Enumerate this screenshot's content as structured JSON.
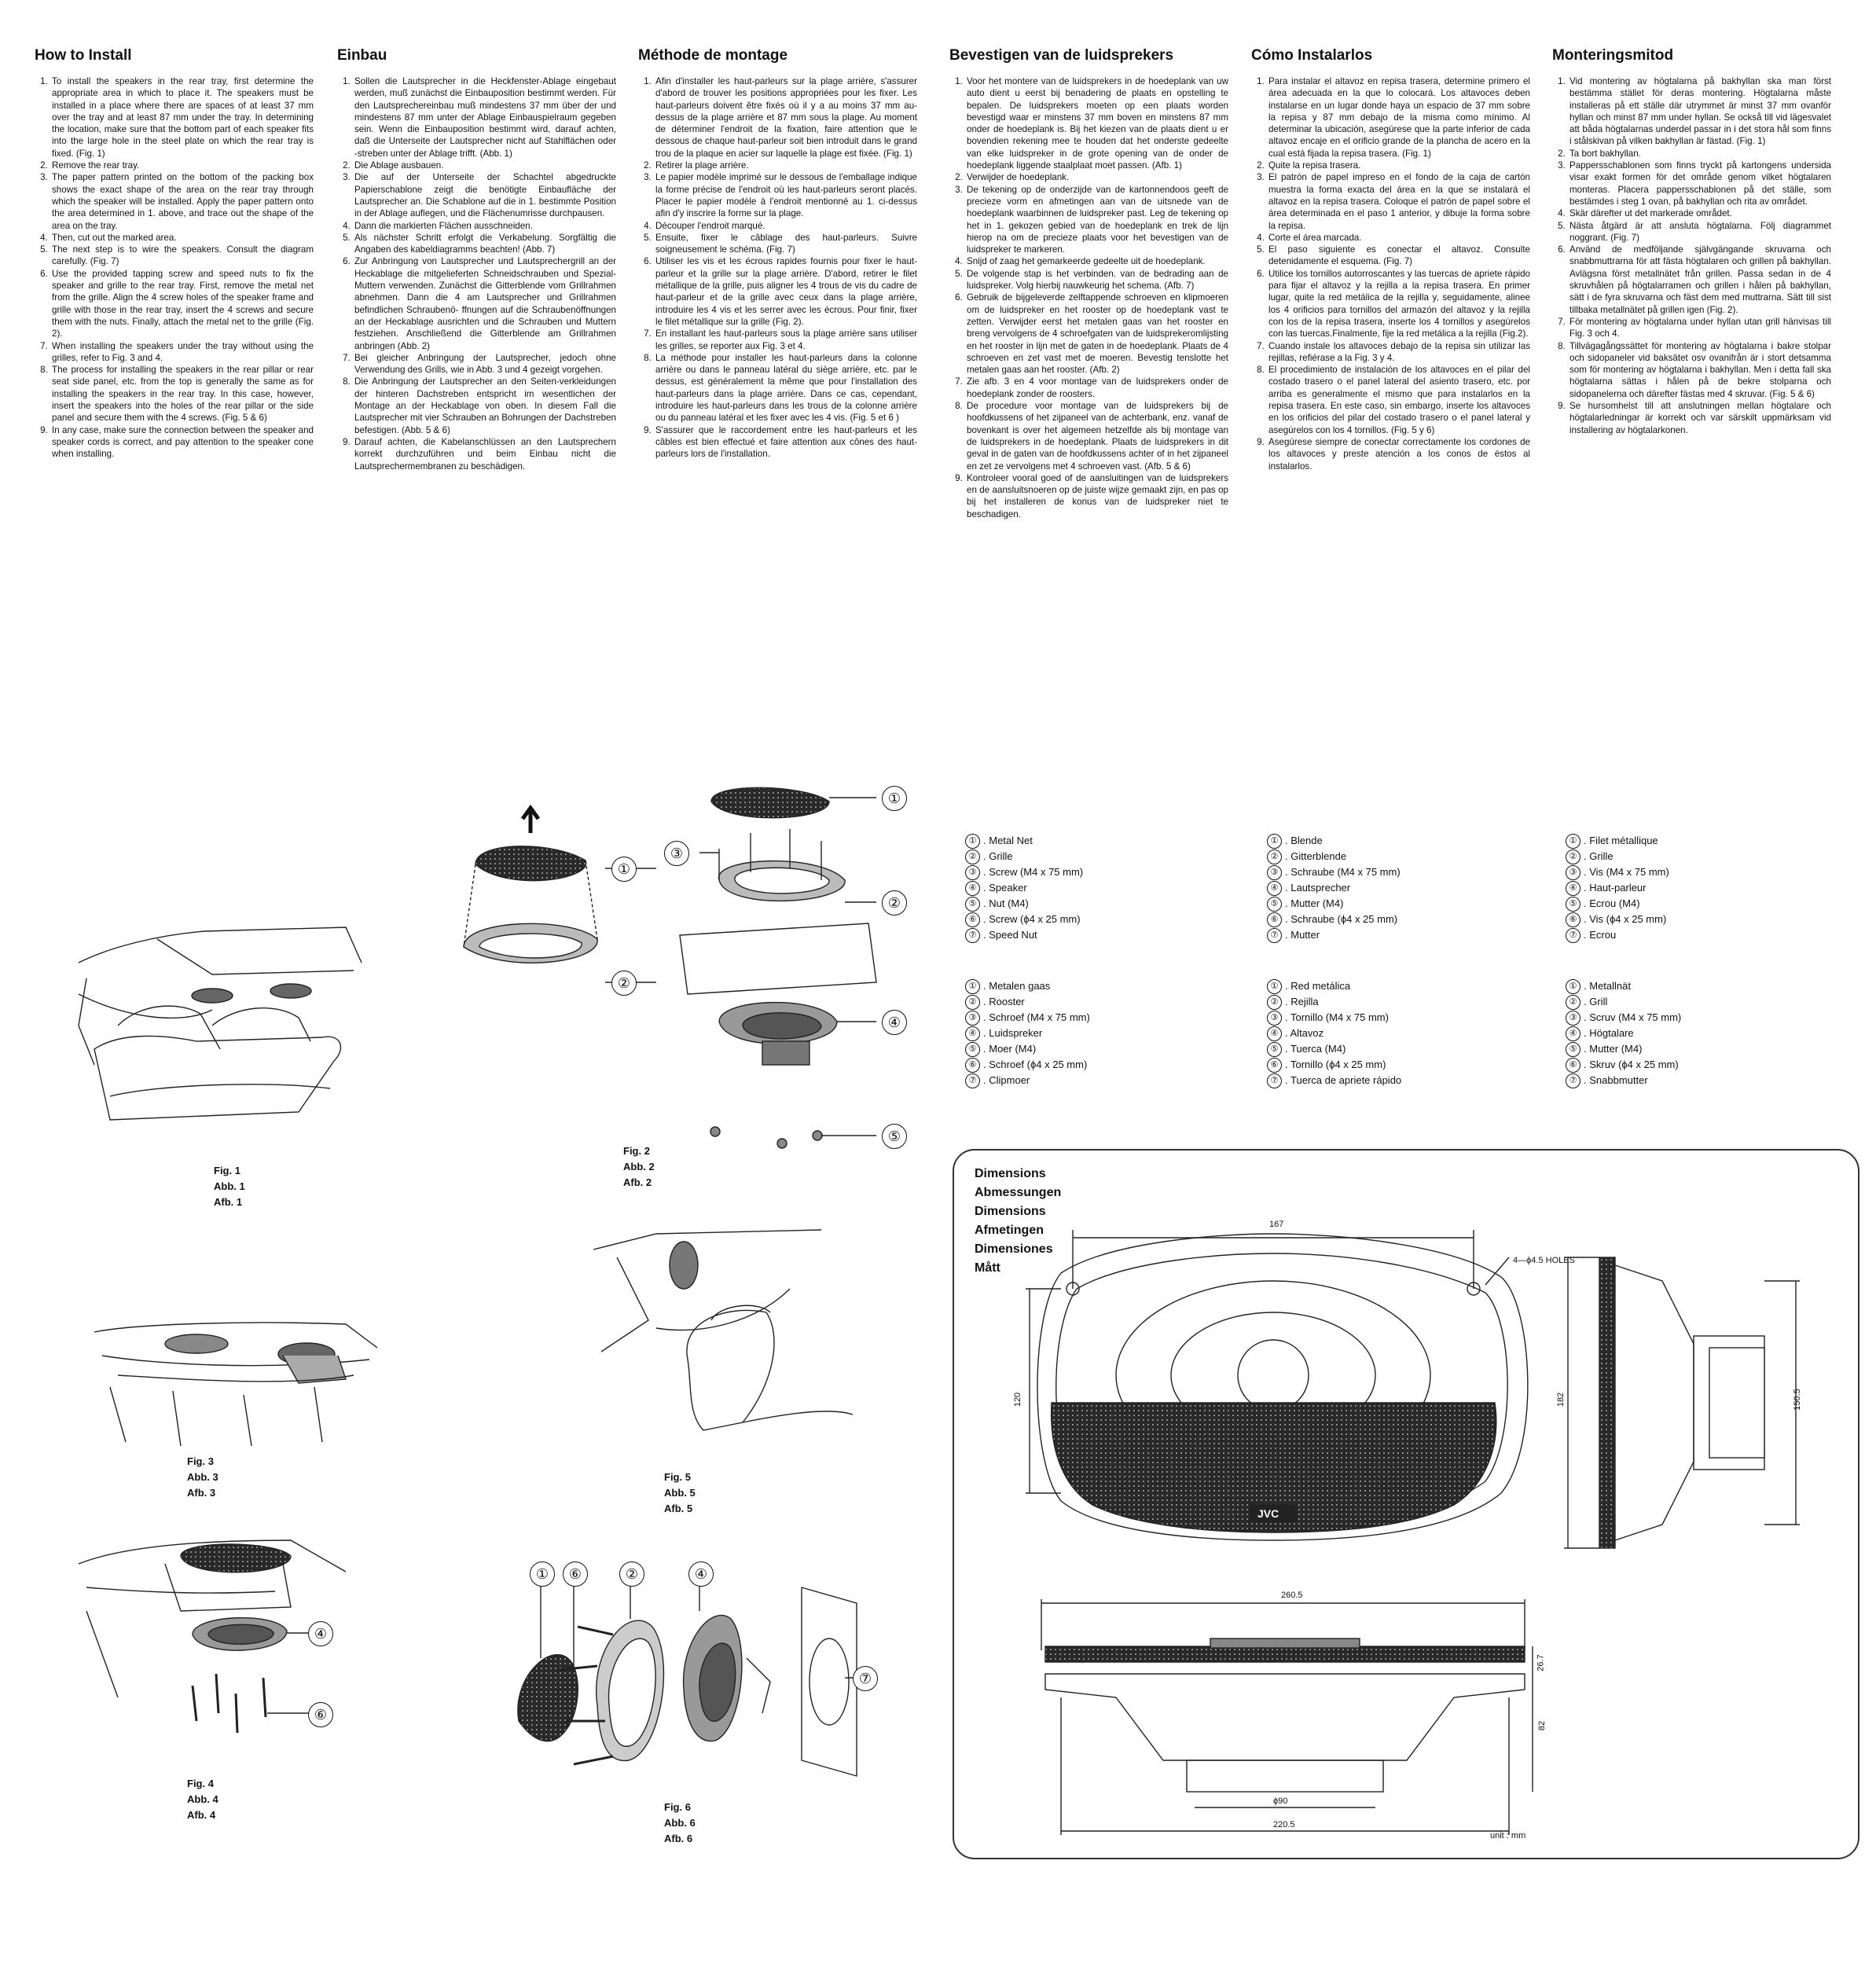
{
  "columns": [
    {
      "title": "How to Install",
      "items": [
        "To install the speakers in the rear tray, first determine the appropriate area in which to place it. The speakers must be installed in a place where there are spaces of at least 37 mm over the tray and at least 87 mm under the tray. In determining the location, make sure that the bottom part of each speaker fits into the large hole in the steel plate on which the rear tray is fixed. (Fig. 1)",
        "Remove the rear tray.",
        "The paper pattern printed on the bottom of the packing box shows the exact shape of the area on the rear tray through which the speaker will be installed. Apply the paper pattern onto the area determined in 1. above, and trace out the shape of the area on the tray.",
        "Then, cut out the marked area.",
        "The next step is to wire the speakers. Consult the diagram carefully. (Fig. 7)",
        "Use the provided tapping screw and speed nuts to fix the speaker and grille to the rear tray. First, remove the metal net from the grille. Align the 4 screw holes of the speaker frame and grille with those in the rear tray, insert the 4 screws and secure them with the nuts. Finally, attach the metal net to the grille (Fig. 2).",
        "When installing the speakers under the tray without using the grilles, refer to Fig. 3 and 4.",
        "The process for installing the speakers in the rear pillar or rear seat side panel, etc. from the top is generally the same as for installing the speakers in the rear tray. In this case, however, insert the speakers into the holes of the rear pillar or the side panel and secure them with the 4 screws. (Fig. 5 & 6)",
        "In any case, make sure the connection between the speaker and speaker cords is correct, and pay attention to the speaker cone when installing."
      ]
    },
    {
      "title": "Einbau",
      "items": [
        "Sollen die Lautsprecher in die Heckfenster-Ablage eingebaut werden, muß zunächst die Einbauposition bestimmt werden. Für den Lautsprechereinbau muß mindestens 37 mm über der und mindestens 87 mm unter der Ablage Einbauspielraum gegeben sein. Wenn die Einbauposition bestimmt wird, darauf achten, daß die Unterseite der Lautsprecher nicht auf Stahlflächen oder -streben unter der Ablage trifft. (Abb. 1)",
        "Die Ablage ausbauen.",
        "Die auf der Unterseite der Schachtel abgedruckte Papierschablone zeigt die benötigte Einbaufläche der Lautsprecher an. Die Schablone auf die in 1. bestimmte Position in der Ablage auflegen, und die Flächenumrisse durchpausen.",
        "Dann die markierten Flächen ausschneiden.",
        "Als nächster Schritt erfolgt die Verkabelung. Sorgfältig die Angaben des kabeldiagramms beachten! (Abb. 7)",
        "Zur Anbringung von Lautsprecher und Lautsprechergrill an der Heckablage die mitgelieferten Schneidschrauben und Spezial-Muttern verwenden. Zunächst die Gitterblende vom Grillrahmen abnehmen. Dann die 4 am Lautsprecher und Grillrahmen befindlichen Schraubenö- ffnungen auf die Schraubenöffnungen an der Heckablage ausrichten und die Schrauben und Muttern festziehen. Anschließend die Gitterblende am Grillrahmen anbringen (Abb. 2)",
        "Bei gleicher Anbringung der Lautsprecher, jedoch ohne Verwendung des Grills, wie in Abb. 3 und 4 gezeigt vorgehen.",
        "Die Anbringung der Lautsprecher an den Seiten-verkleidungen der hinteren Dachstreben entspricht im wesentlichen der Montage an der Heckablage von oben. In diesem Fall die Lautsprecher mit vier Schrauben an Bohrungen der Dachstreben befestigen. (Abb. 5 & 6)",
        "Darauf achten, die Kabelanschlüssen an den Lautsprechern korrekt durchzuführen und beim Einbau nicht die Lautsprechermembranen zu beschädigen."
      ]
    },
    {
      "title": "Méthode de montage",
      "items": [
        "Afin d'installer les haut-parleurs sur la plage arrière, s'assurer d'abord de trouver les positions appropriées pour les fixer. Les haut-parleurs doivent être fixés où il y a au moins 37 mm au-dessus de la plage arrière et 87 mm sous la plage. Au moment de déterminer l'endroit de la fixation, faire attention que le dessous de chaque haut-parleur soit bien introduit dans le grand trou de la plaque en acier sur laquelle la plage est fixée. (Fig. 1)",
        "Retirer la plage arrière.",
        "Le papier modèle imprimé sur le dessous de l'emballage indique la forme précise de l'endroit où les haut-parleurs seront placés. Placer le papier modèle à l'endroit mentionné au 1. ci-dessus afin d'y inscrire la forme sur la plage.",
        "Découper l'endroit marqué.",
        "Ensuite, fixer le câblage des haut-parleurs. Suivre soigneusement le schéma. (Fig. 7)",
        "Utiliser les vis et les écrous rapides fournis pour fixer le haut-parleur et la grille sur la plage arrière. D'abord, retirer le filet métallique de la grille, puis aligner les 4 trous de vis du cadre de haut-parleur et de la grille avec ceux dans la plage arrière, introduire les 4 vis et les serrer avec les écrous. Pour finir, fixer le filet métallique sur la grille (Fig. 2).",
        "En installant les haut-parleurs sous la plage arrière sans utiliser les grilles, se reporter aux Fig. 3 et 4.",
        "La méthode pour installer les haut-parleurs dans la colonne arrière ou dans le panneau latéral du siège arrière, etc. par le dessus, est généralement la même que pour l'installation des haut-parleurs dans la plage arrière. Dans ce cas, cependant, introduire les haut-parleurs dans les trous de la colonne arrière ou du panneau latéral et les fixer avec les 4 vis. (Fig. 5 et 6 )",
        "S'assurer que le raccordement entre les haut-parleurs et les câbles est bien effectué et faire attention aux cônes des haut-parleurs lors de l'installation."
      ]
    },
    {
      "title": "Bevestigen van de luidsprekers",
      "items": [
        "Voor het montere van de luidsprekers in de hoedeplank van uw auto dient u eerst bij benadering de plaats en opstelling te bepalen. De luidsprekers moeten op een plaats worden bevestigd waar er minstens 37 mm boven en minstens 87 mm onder de hoedeplank is. Bij het kiezen van de plaats dient u er bovendien rekening mee te houden dat het onderste gedeelte van elke luidspreker in de grote opening van de onder de hoedeplank liggende staalplaat moet passen. (Afb. 1)",
        "Verwijder de hoedeplank.",
        "De tekening op de onderzijde van de kartonnendoos geeft de precieze vorm en afmetingen aan van de uitsnede van de hoedeplank waarbinnen de luidspreker past. Leg de tekening op het in 1. gekozen gebied van de hoedeplank en trek de lijn hierop na om de precieze plaats voor het bevestigen van de luidspreker te markeren.",
        "Snijd of zaag het gemarkeerde gedeelte uit de hoedeplank.",
        "De volgende stap is het verbinden. van de bedrading aan de luidspreker. Volg hierbij nauwkeurig het schema. (Afb. 7)",
        "Gebruik de bijgeleverde zelftappende schroeven en klipmoeren om de luidspreker en het rooster op de hoedeplank vast te zetten. Verwijder eerst het metalen gaas van het rooster en breng vervolgens de 4 schroefgaten van de luidsprekeromlijsting en het rooster in lijn met de gaten in de hoedeplank. Plaats de 4 schroeven en zet vast met de moeren. Bevestig tenslotte het metalen gaas aan het rooster. (Afb. 2)",
        "Zie afb. 3 en 4 voor montage van de luidsprekers onder de hoedeplank zonder de roosters.",
        "De procedure voor montage van de luidsprekers bij de hoofdkussens of het zijpaneel van de achterbank, enz. vanaf de bovenkant is over het algemeen hetzelfde als bij montage van de luidsprekers in de hoedeplank. Plaats de luidsprekers in dit geval in de gaten van de hoofdkussens achter of in het zijpaneel en zet ze vervolgens met 4 schroeven vast. (Afb. 5 & 6)",
        "Kontroleer vooral goed of de aansluitingen van de luidsprekers en de aansluitsnoeren op de juiste wijze gemaakt zijn, en pas op bij het installeren de konus van de luidspreker niet te beschadigen."
      ]
    },
    {
      "title": "Cómo Instalarlos",
      "items": [
        "Para instalar el altavoz en repisa trasera, determine primero el área adecuada en la que lo colocará. Los altavoces deben instalarse en un lugar donde haya un espacio de 37 mm sobre la repisa y 87 mm debajo de la misma como mínimo. Al determinar la ubicación, asegúrese que la parte inferior de cada altavoz encaje en el orificio grande de la plancha de acero en la cual está fijada la repisa trasera. (Fig. 1)",
        "Quite la repisa trasera.",
        "El patrón de papel impreso en el fondo de la caja de cartón muestra la forma exacta del área en la que se instalará el altavoz en la repisa trasera. Coloque el patrón de papel sobre el área determinada en el paso 1 anterior, y dibuje la forma sobre la repisa.",
        "Corte el área marcada.",
        "El paso siguiente es conectar el altavoz. Consulte detenidamente el esquema. (Fig. 7)",
        "Utilice los tornillos autorroscantes y las tuercas de apriete rápido para fijar el altavoz y la rejilla a la repisa trasera. En primer lugar, quite la red metálica de la rejilla y, seguidamente, alinee los 4 orificios para tornillos del armazón del altavoz y la rejilla con los de la repisa trasera, inserte los 4 tornillos y asegúrelos con las tuercas.Finalmente, fije la red metálica a la rejilla (Fig.2).",
        "Cuando instale los altavoces debajo de la repisa sin utilizar las rejillas, refiérase a la Fig. 3 y 4.",
        "El procedimiento de instalación de los altavoces en el pilar del costado trasero o el panel lateral del asiento trasero, etc. por arriba es generalmente el mismo que para instalarlos en la repisa trasera. En este caso, sin embargo, inserte los altavoces en los orificios del pilar del costado trasero o el panel lateral y asegúrelos con los 4 tornillos. (Fig. 5 y 6)",
        "Asegúrese siempre de conectar correctamente los cordones de los altavoces y preste atención a los conos de éstos al instalarlos."
      ]
    },
    {
      "title": "Monteringsmitod",
      "items": [
        "Vid montering av högtalarna på bakhyllan ska man först bestämma stället för deras montering. Högtalarna måste installeras på ett ställe där utrymmet är minst 37 mm ovanför hyllan och minst 87 mm under hyllan. Se också till vid lägesvalet att båda högtalarnas underdel passar in i det stora hål som finns i stålskivan på vilken bakhyllan är fästad. (Fig. 1)",
        "Ta bort bakhyllan.",
        "Pappersschablonen som finns tryckt på kartongens undersida visar exakt formen för det område genom vilket högtalaren monteras. Placera pappersschablonen på det ställe, som bestämdes i steg 1 ovan, på bakhyllan och rita av området.",
        "Skär därefter ut det markerade området.",
        "Nästa åtgärd är att ansluta högtalarna. Följ diagrammet noggrant. (Fig. 7)",
        "Använd de medföljande självgängande skruvarna och snabbmuttrarna för att fästa högtalaren och grillen på bakhyllan. Avlägsna först metallnätet från grillen. Passa sedan in de 4 skruvhålen på högtalarramen och grillen i hålen på bakhyllan, sätt i de fyra skruvarna och fäst dem med muttrarna. Sätt till sist tillbaka metallnätet på grillen igen (Fig. 2).",
        "För montering av högtalarna under hyllan utan grill hänvisas till Fig. 3 och 4.",
        "Tillvägagångssättet för montering av högtalarna i bakre stolpar och sidopaneler vid baksätet osv ovanifrån är i stort detsamma som för montering av högtalarna i bakhyllan. Men i detta fall ska högtalarna sättas i hålen på de bekre stolparna och sidopanelerna och därefter fästas med 4 skruvar. (Fig. 5 & 6)",
        "Se hursomhelst till att anslutningen mellan högtalare och högtalarledningar är korrekt och var särskilt uppmärksam vid installering av högtalarkonen."
      ]
    }
  ],
  "parts_lists": [
    [
      "Metal Net",
      "Grille",
      "Screw (M4 x 75 mm)",
      "Speaker",
      "Nut (M4)",
      "Screw (ϕ4 x 25 mm)",
      "Speed Nut"
    ],
    [
      "Blende",
      "Gitterblende",
      "Schraube (M4 x 75 mm)",
      "Lautsprecher",
      "Mutter (M4)",
      "Schraube (ϕ4 x 25 mm)",
      "Mutter"
    ],
    [
      "Filet métallique",
      "Grille",
      "Vis (M4 x 75 mm)",
      "Haut-parleur",
      "Ecrou (M4)",
      "Vis (ϕ4 x 25 mm)",
      "Ecrou"
    ],
    [
      "Metalen gaas",
      "Rooster",
      "Schroef (M4 x 75 mm)",
      "Luidspreker",
      "Moer (M4)",
      "Schroef (ϕ4 x 25 mm)",
      "Clipmoer"
    ],
    [
      "Red metálica",
      "Rejilla",
      "Tornillo (M4 x 75 mm)",
      "Altavoz",
      "Tuerca (M4)",
      "Tornillo (ϕ4 x 25 mm)",
      "Tuerca de apriete rápido"
    ],
    [
      "Metallnät",
      "Grill",
      "Scruv (M4 x 75 mm)",
      "Högtalare",
      "Mutter (M4)",
      "Skruv (ϕ4 x 25 mm)",
      "Snabbmutter"
    ]
  ],
  "part_numbers": [
    "①",
    "②",
    "③",
    "④",
    "⑤",
    "⑥",
    "⑦"
  ],
  "figs": {
    "fig1": [
      "Fig. 1",
      "Abb. 1",
      "Afb. 1"
    ],
    "fig2": [
      "Fig. 2",
      "Abb. 2",
      "Afb. 2"
    ],
    "fig3": [
      "Fig. 3",
      "Abb. 3",
      "Afb. 3"
    ],
    "fig4": [
      "Fig. 4",
      "Abb. 4",
      "Afb. 4"
    ],
    "fig5": [
      "Fig. 5",
      "Abb. 5",
      "Afb. 5"
    ],
    "fig6": [
      "Fig. 6",
      "Abb. 6",
      "Afb. 6"
    ]
  },
  "dimensions": {
    "titles": [
      "Dimensions",
      "Abmessungen",
      "Dimensions",
      "Afmetingen",
      "Dimensiones",
      "Mått"
    ],
    "d167": "167",
    "holes": "4—ϕ4.5 HOLES",
    "d120": "120",
    "d182": "182",
    "d150": "150.5",
    "d260": "260.5",
    "d26": "26.7",
    "d82": "82",
    "d90": "ϕ90",
    "d220": "220.5",
    "unit": "unit : mm",
    "brand": "JVC"
  }
}
